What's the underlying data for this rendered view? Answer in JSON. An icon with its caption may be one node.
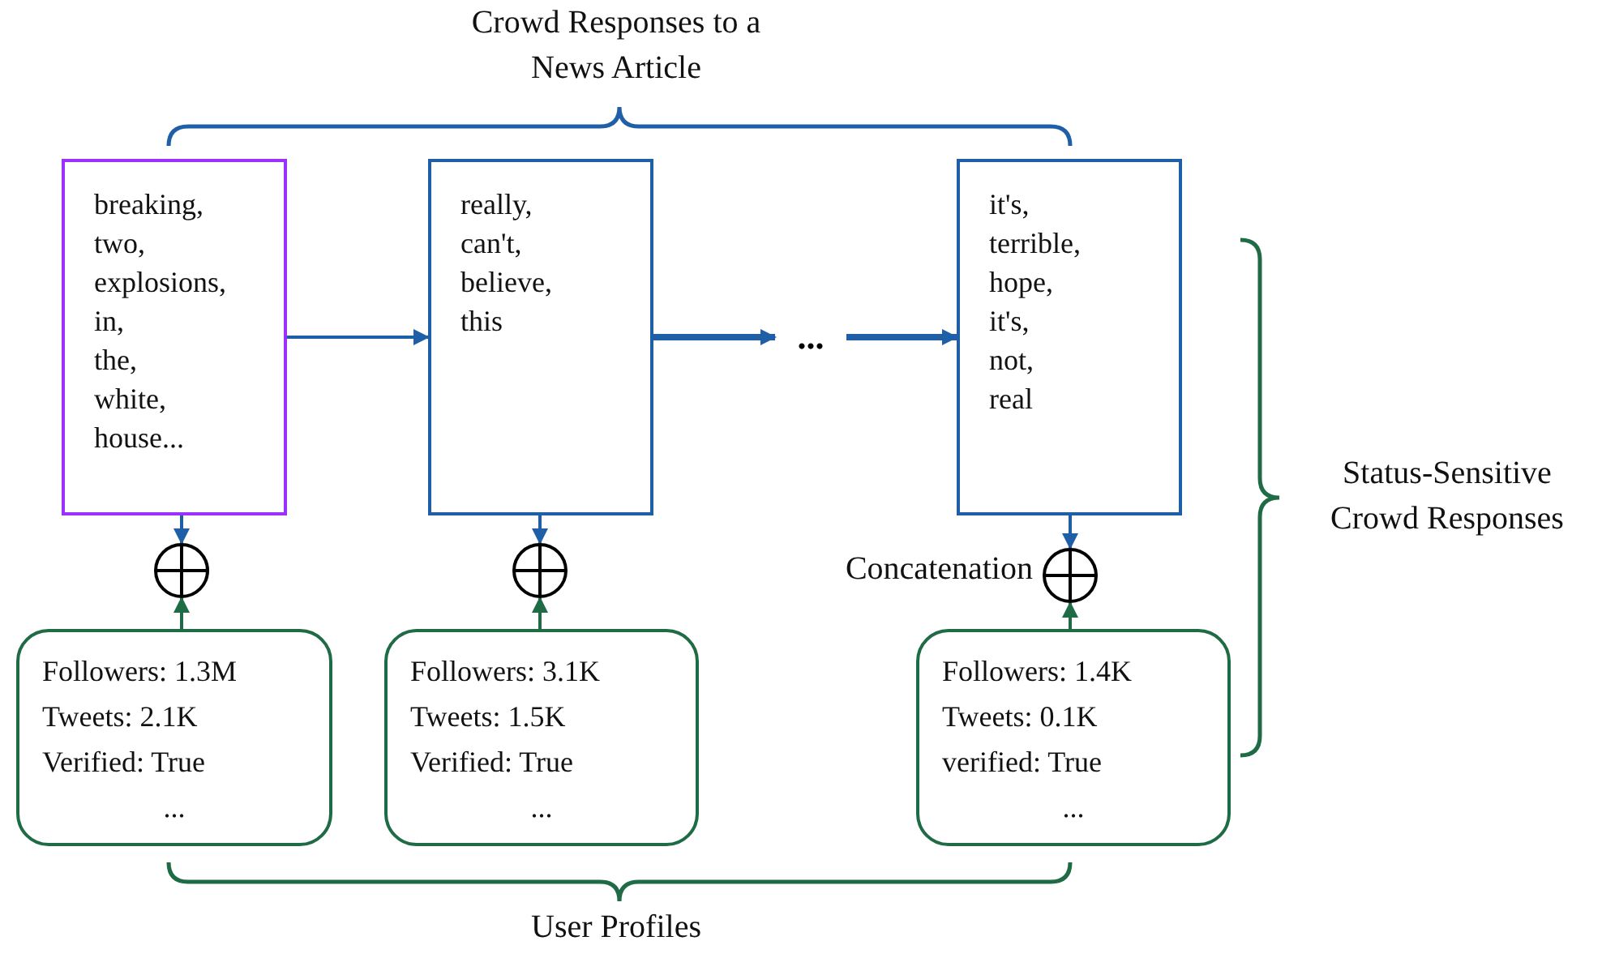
{
  "diagram": {
    "nodes": [
      {
        "text": [
          "breaking, two, explosions, in, the, white, house..."
        ]
      },
      {
        "text": [
          "really, can't, believe, this"
        ]
      },
      {
        "text": [
          "..."
        ]
      },
      {
        "text": [
          "it's, terrible, hope, it's, not, real"
        ]
      },
      {
        "text": [],
        "shape": "circle"
      },
      {
        "text": [],
        "shape": "circle"
      },
      {
        "text": [],
        "shape": "circle",
        "beside": [
          "Concatenation"
        ]
      },
      {
        "text": [
          "Followers: 1.3M",
          "Tweets: 2.1K",
          "Verified: True",
          "..."
        ]
      },
      {
        "text": [
          "Followers: 3.1K",
          "Tweets: 1.5K",
          "Verified: True",
          "..."
        ]
      },
      {
        "text": [
          "Followers: 1.4K",
          "Tweets: 0.1K",
          "verified: True",
          "..."
        ]
      }
    ],
    "edges": [
      {
        "from": 0,
        "to": 1,
        "arrow": "to"
      },
      {
        "from": 1,
        "to": 2,
        "arrow": "to",
        "style": "thick"
      },
      {
        "from": 2,
        "to": 3,
        "arrow": "to",
        "style": "thick"
      },
      {
        "from": 0,
        "to": 4,
        "arrow": "to"
      },
      {
        "from": 1,
        "to": 5,
        "arrow": "to"
      },
      {
        "from": 3,
        "to": 6,
        "arrow": "to"
      },
      {
        "from": 7,
        "to": 4,
        "arrow": "to",
        "color": "#1e6b45"
      },
      {
        "from": 8,
        "to": 5,
        "arrow": "to",
        "color": "#1e6b45"
      },
      {
        "from": 9,
        "to": 6,
        "arrow": "to",
        "color": "#1e6b45"
      }
    ],
    "labels": [
      "Crowd Responses to a News Article",
      "Status-Sensitive Crowd Responses",
      "User Profiles"
    ]
  }
}
